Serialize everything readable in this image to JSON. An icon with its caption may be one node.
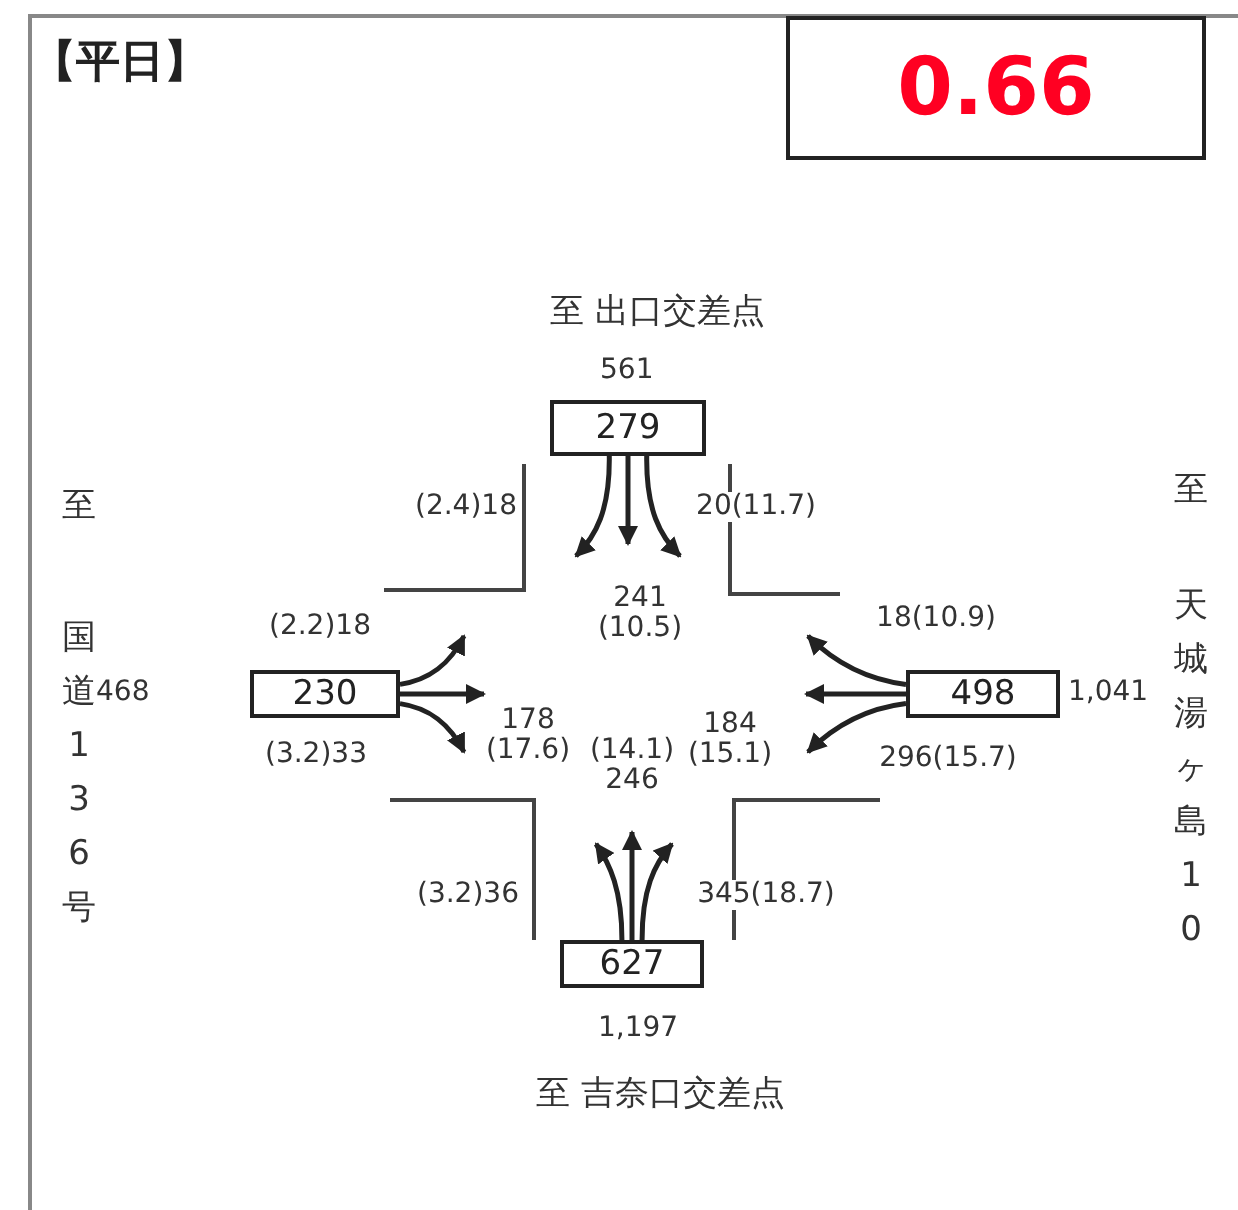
{
  "diagram": {
    "title": "【平日】",
    "nodes": [
      {
        "text": [
          "0.66"
        ]
      },
      {
        "text": [
          "279"
        ],
        "beside": [
          "561"
        ]
      },
      {
        "text": [
          "230"
        ],
        "beside": [
          "468"
        ]
      },
      {
        "text": [
          "498"
        ],
        "beside": [
          "1,041"
        ]
      },
      {
        "text": [
          "627"
        ],
        "beside": [
          "1,197"
        ]
      }
    ],
    "edges": [
      {
        "from": 1,
        "to": null,
        "arrow": "to",
        "label": "(2.4)18"
      },
      {
        "from": 1,
        "to": null,
        "arrow": "to",
        "label": "241 (10.5)"
      },
      {
        "from": 1,
        "to": null,
        "arrow": "to",
        "label": "20(11.7)"
      },
      {
        "from": 2,
        "to": null,
        "arrow": "to",
        "label": "(2.2)18"
      },
      {
        "from": 2,
        "to": null,
        "arrow": "to",
        "label": "178 (17.6)"
      },
      {
        "from": 2,
        "to": null,
        "arrow": "to",
        "label": "(3.2)33"
      },
      {
        "from": 3,
        "to": null,
        "arrow": "to",
        "label": "18(10.9)"
      },
      {
        "from": 3,
        "to": null,
        "arrow": "to",
        "label": "184 (15.1)"
      },
      {
        "from": 3,
        "to": null,
        "arrow": "to",
        "label": "296(15.7)"
      },
      {
        "from": 4,
        "to": null,
        "arrow": "to",
        "label": "(3.2)36"
      },
      {
        "from": 4,
        "to": null,
        "arrow": "to",
        "label": "(14.1) 246"
      },
      {
        "from": 4,
        "to": null,
        "arrow": "to",
        "label": "345(18.7)"
      }
    ],
    "labels": [
      "至 出口交差点",
      "至",
      "国道136号",
      "至",
      "天城湯ヶ島10",
      "至 吉奈口交差点"
    ]
  }
}
